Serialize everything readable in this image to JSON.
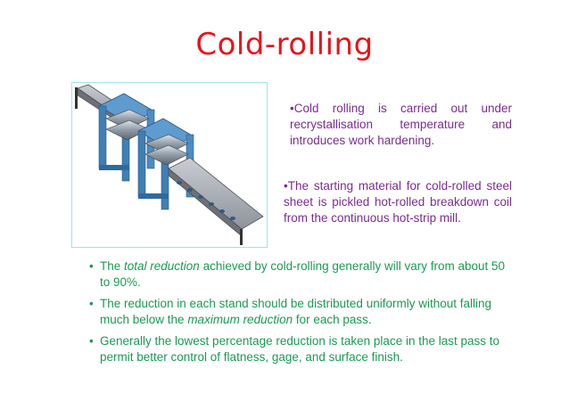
{
  "slide": {
    "title": "Cold-rolling",
    "note1": "•Cold rolling is carried out under recrystallisation temperature and introduces work hardening.",
    "note2": "•The starting material for cold-rolled steel sheet is pickled hot-rolled breakdown coil from the continuous hot-strip mill.",
    "bullets": [
      {
        "marker": "•",
        "pre": "The ",
        "em": "total reduction",
        "post": " achieved by cold-rolling generally will vary from about 50 to 90%."
      },
      {
        "marker": "•",
        "pre": "The reduction in each stand should be distributed uniformly without falling much below the ",
        "em": "maximum reduction",
        "post": " for each pass."
      },
      {
        "marker": "•",
        "text": "Generally the lowest percentage reduction is taken place in the last pass to permit better control of flatness, gage, and surface finish."
      }
    ]
  },
  "colors": {
    "title": "#e8141b",
    "notes": "#7a2c92",
    "bullets": "#1a9b52",
    "figure_border": "#9fe3ee",
    "machine_blue": "#3f7fb3"
  },
  "figure": {
    "icon": "rolling-mill-illustration"
  }
}
